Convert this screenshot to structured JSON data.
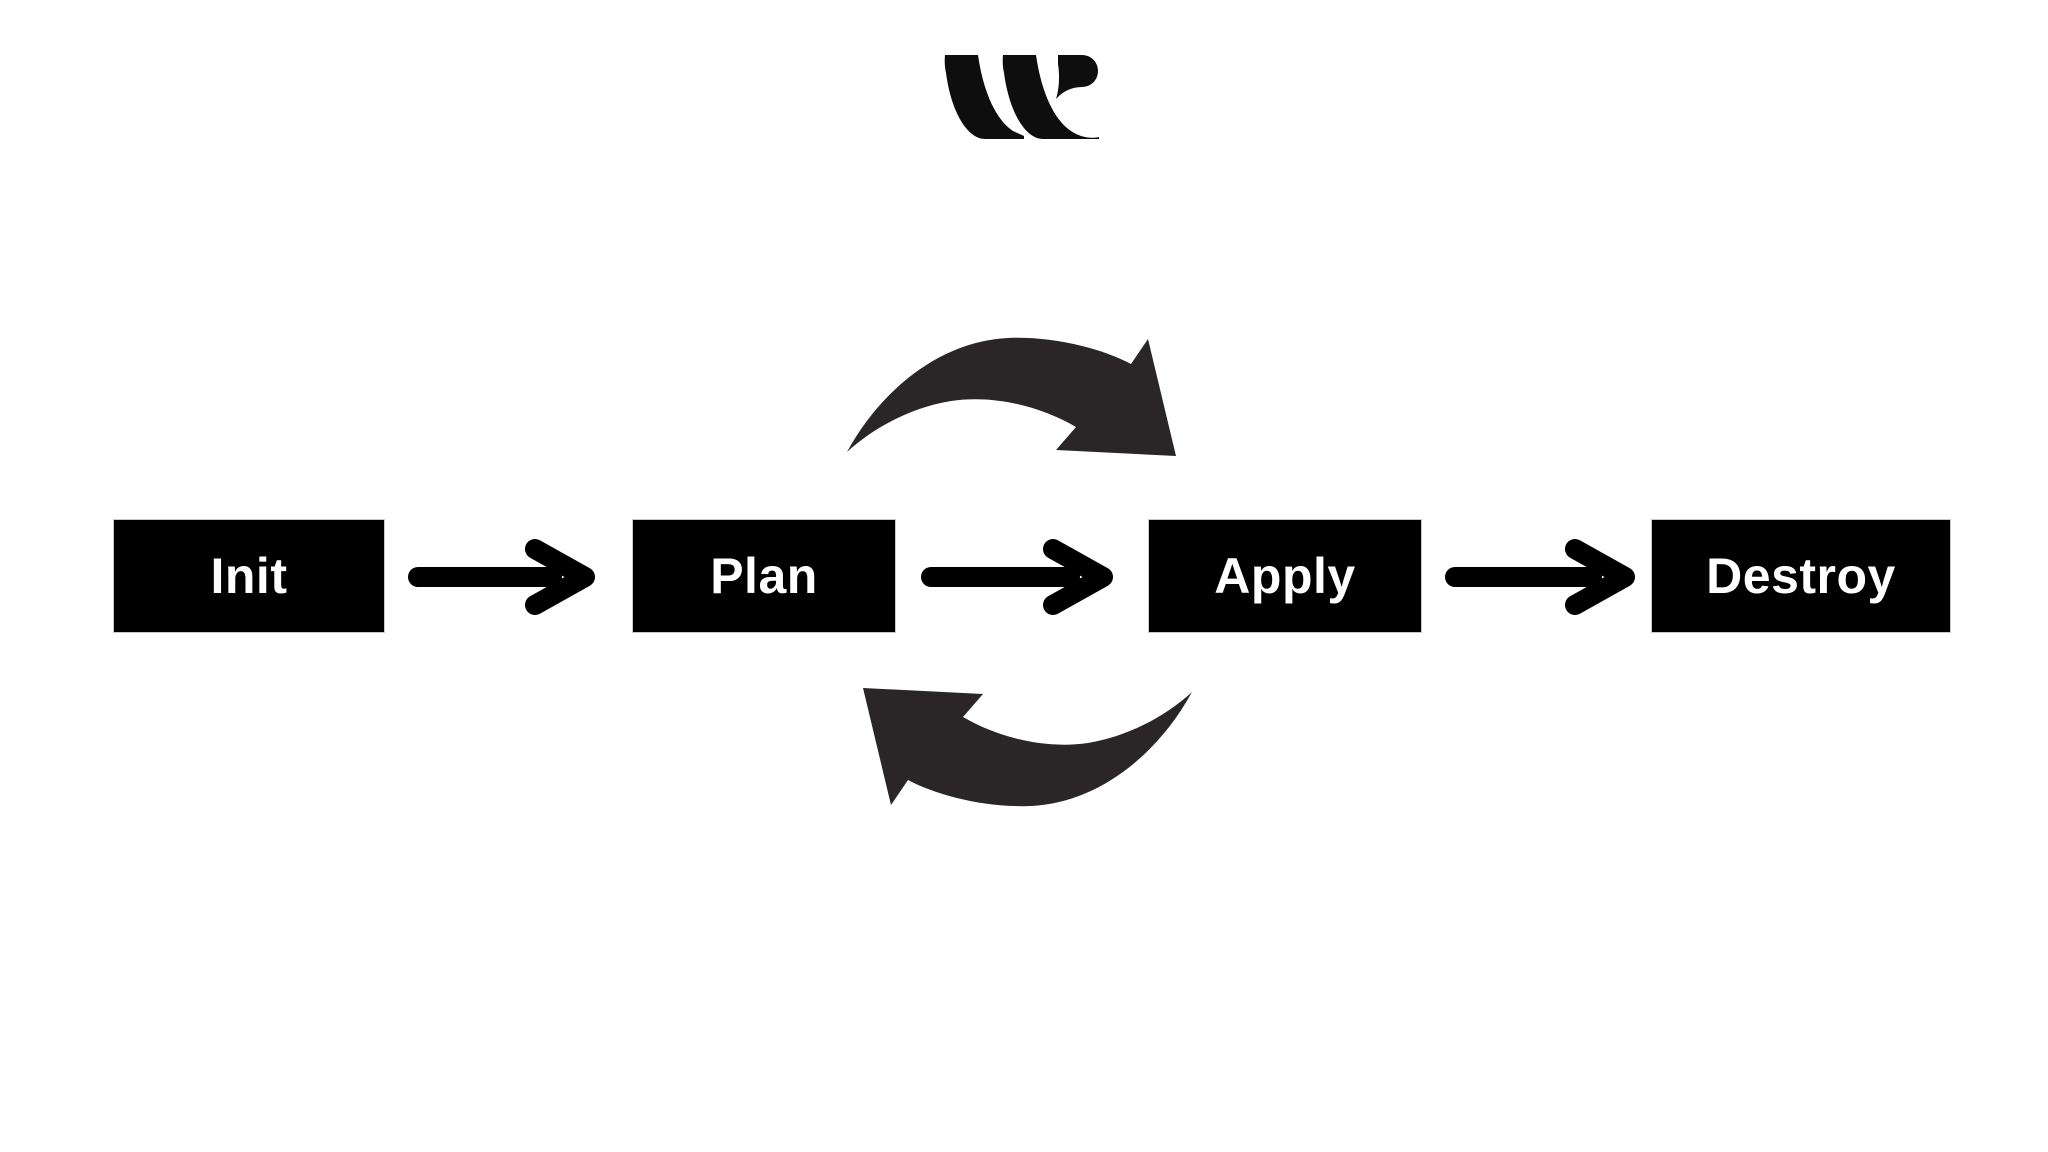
{
  "brand": {
    "logo": "w-swoosh-mark"
  },
  "diagram": {
    "type": "flow",
    "nodes": [
      {
        "id": "init",
        "label": "Init"
      },
      {
        "id": "plan",
        "label": "Plan"
      },
      {
        "id": "apply",
        "label": "Apply"
      },
      {
        "id": "destroy",
        "label": "Destroy"
      }
    ],
    "edges": [
      {
        "from": "Init",
        "to": "Plan"
      },
      {
        "from": "Plan",
        "to": "Apply"
      },
      {
        "from": "Apply",
        "to": "Destroy"
      }
    ],
    "cycle": {
      "between": [
        "Plan",
        "Apply"
      ],
      "style": "two curved arrows forming a loop above and below"
    }
  },
  "colors": {
    "background": "#ffffff",
    "node_bg": "#000000",
    "node_border": "#c9c9c9",
    "node_text": "#ffffff",
    "arrow": "#000000",
    "cycle_arrow": "#2a2627",
    "logo": "#0e0e0f"
  }
}
